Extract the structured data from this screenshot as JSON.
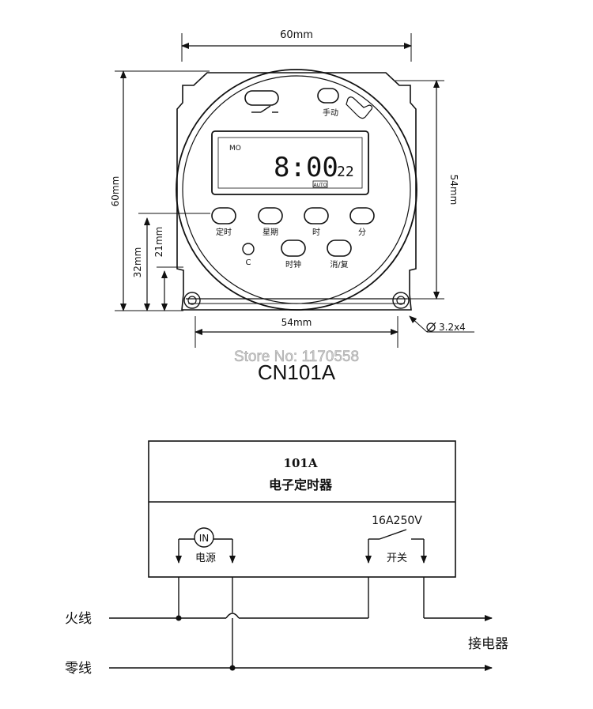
{
  "device": {
    "dim_top": "60mm",
    "dim_left": "60mm",
    "dim_right": "54mm",
    "dim_bottom": "54mm",
    "dim_32": "32mm",
    "dim_21": "21mm",
    "hole_note": "3.2x4",
    "manual_label": "手动",
    "lcd_day": "MO",
    "lcd_time": "8:00",
    "lcd_seconds": "22",
    "lcd_mode": "AUTO",
    "buttons": {
      "timer": "定时",
      "week": "星期",
      "hour": "时",
      "minute": "分",
      "reset": "C",
      "clock": "时钟",
      "cancel": "消/复"
    },
    "watermark": "Store No: 1170558",
    "model": "CN101A"
  },
  "wiring": {
    "title": "101A",
    "subtitle": "电子定时器",
    "rating": "16A250V",
    "motor_symbol": "IN",
    "power_label": "电源",
    "switch_label": "开关",
    "live_wire": "火线",
    "neutral_wire": "零线",
    "contactor": "接电器"
  }
}
